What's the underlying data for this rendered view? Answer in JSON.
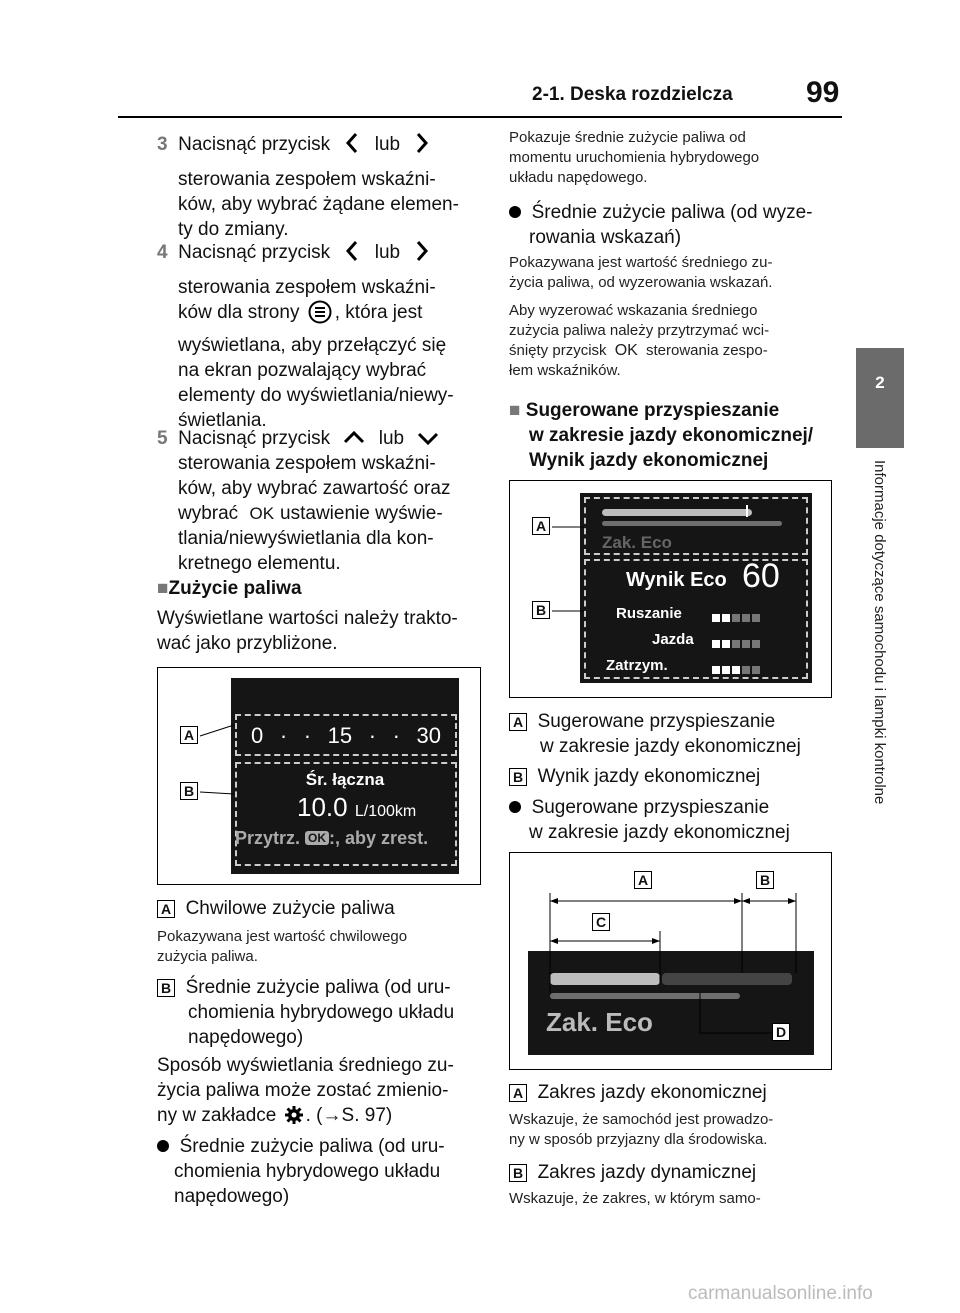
{
  "header": {
    "section": "2-1. Deska rozdzielcza",
    "page": "99"
  },
  "side": {
    "tab": "2",
    "label": "Informacje dotyczące samochodu i lampki kontrolne"
  },
  "left": {
    "step3": {
      "num": "3",
      "a": "Nacisnąć przycisk",
      "lub": "lub",
      "b": "sterowania zespołem wskaźni-",
      "c": "ków, aby wybrać żądane elemen-",
      "d": "ty do zmiany."
    },
    "step4": {
      "num": "4",
      "a": "Nacisnąć przycisk",
      "lub": "lub",
      "b": "sterowania zespołem wskaźni-",
      "c": "ków dla strony",
      "c2": ", która jest",
      "d": "wyświetlana, aby przełączyć się",
      "e": "na ekran pozwalający wybrać",
      "f": "elementy do wyświetlania/niewy-",
      "g": "świetlania."
    },
    "step5": {
      "num": "5",
      "a": "Nacisnąć przycisk",
      "lub": "lub",
      "b": "sterowania zespołem wskaźni-",
      "c": "ków, aby wybrać zawartość oraz",
      "d": "wybrać",
      "d2": "ustawienie wyświe-",
      "e": "tlania/niewyświetlania dla kon-",
      "f": "kretnego elementu."
    },
    "fuel_heading": "Zużycie paliwa",
    "fuel_p1": "Wyświetlane wartości należy trakto-",
    "fuel_p2": "wać jako przybliżone.",
    "fig1": {
      "scale": [
        "0",
        "·",
        "·",
        "15",
        "·",
        "·",
        "30"
      ],
      "title": "Śr. łączna",
      "value": "10.0",
      "unit": "L/100km",
      "hint_a": "Przytrz.",
      "hint_ok": "OK",
      "hint_b": ":, aby zrest."
    },
    "itemA": {
      "label": "A",
      "text": "Chwilowe zużycie paliwa",
      "sub1": "Pokazywana jest wartość chwilowego",
      "sub2": "zużycia paliwa."
    },
    "itemB": {
      "label": "B",
      "l1": "Średnie zużycie paliwa (od uru-",
      "l2": "chomienia hybrydowego układu",
      "l3": "napędowego)"
    },
    "avg_p1": "Sposób wyświetlania średniego zu-",
    "avg_p2": "życia paliwa może zostać zmienio-",
    "avg_p3a": "ny w zakładce",
    "avg_p3b": ". (",
    "avg_p3c": "→S. 97)",
    "bullet1": {
      "l1": "Średnie zużycie paliwa (od uru-",
      "l2": "chomienia hybrydowego układu",
      "l3": "napędowego)"
    }
  },
  "right": {
    "intro1": "Pokazuje średnie zużycie paliwa od",
    "intro2": "momentu uruchomienia hybrydowego",
    "intro3": "układu napędowego.",
    "bullet2": {
      "l1": "Średnie zużycie paliwa (od wyze-",
      "l2": "rowania wskazań)"
    },
    "b2_p1": "Pokazywana jest wartość średniego zu-",
    "b2_p2": "życia paliwa, od wyzerowania wskazań.",
    "b2_p3": "Aby wyzerować wskazania średniego",
    "b2_p4": "zużycia paliwa należy przytrzymać wci-",
    "b2_p5a": "śnięty przycisk",
    "b2_p5b": "sterowania zespo-",
    "b2_p6": "łem wskaźników.",
    "eco_heading1": "Sugerowane przyspieszanie",
    "eco_heading2": "w zakresie jazdy ekonomicznej/",
    "eco_heading3": "Wynik jazdy ekonomicznej",
    "fig2": {
      "zak": "Zak. Eco",
      "title": "Wynik Eco",
      "score": "60",
      "rows": [
        {
          "label": "Ruszanie",
          "filled": 2
        },
        {
          "label": "Jazda",
          "filled": 2
        },
        {
          "label": "Zatrzym.",
          "filled": 3
        }
      ]
    },
    "legA": {
      "label": "A",
      "l1": "Sugerowane przyspieszanie",
      "l2": "w zakresie jazdy ekonomicznej"
    },
    "legB": {
      "label": "B",
      "text": "Wynik jazdy ekonomicznej"
    },
    "bullet3": {
      "l1": "Sugerowane przyspieszanie",
      "l2": "w zakresie jazdy ekonomicznej"
    },
    "fig3": {
      "zak": "Zak. Eco",
      "A": "A",
      "B": "B",
      "C": "C",
      "D": "D"
    },
    "legA2": {
      "label": "A",
      "text": "Zakres jazdy ekonomicznej",
      "sub1": "Wskazuje, że samochód jest prowadzo-",
      "sub2": "ny w sposób przyjazny dla środowiska."
    },
    "legB2": {
      "label": "B",
      "text": "Zakres jazdy dynamicznej",
      "sub1": "Wskazuje, że zakres, w którym samo-"
    }
  },
  "footer": "carmanualsonline.info"
}
